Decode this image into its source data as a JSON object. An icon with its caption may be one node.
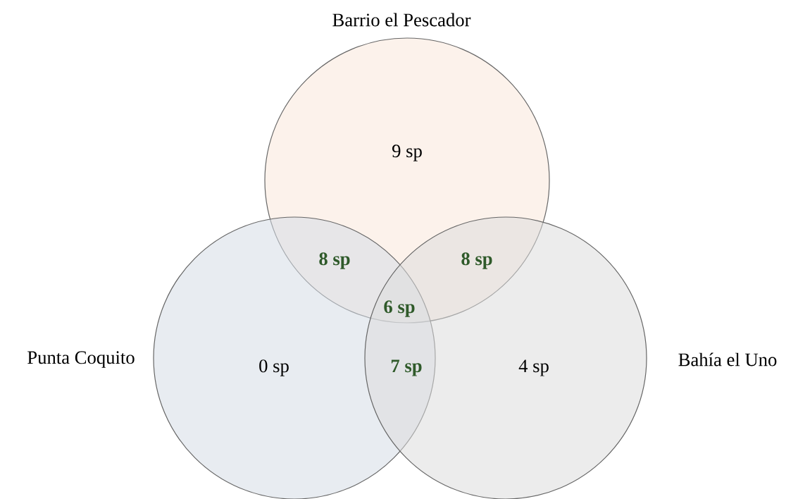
{
  "diagram": {
    "nodes": [
      {
        "text": [
          "Barrio el Pescador"
        ]
      },
      {
        "text": [
          "Punta Coquito"
        ]
      },
      {
        "text": [
          "Bahía el Uno"
        ]
      }
    ],
    "labels": [
      "9 sp",
      "8 sp",
      "8 sp",
      "6 sp",
      "0 sp",
      "7 sp",
      "4 sp"
    ]
  }
}
